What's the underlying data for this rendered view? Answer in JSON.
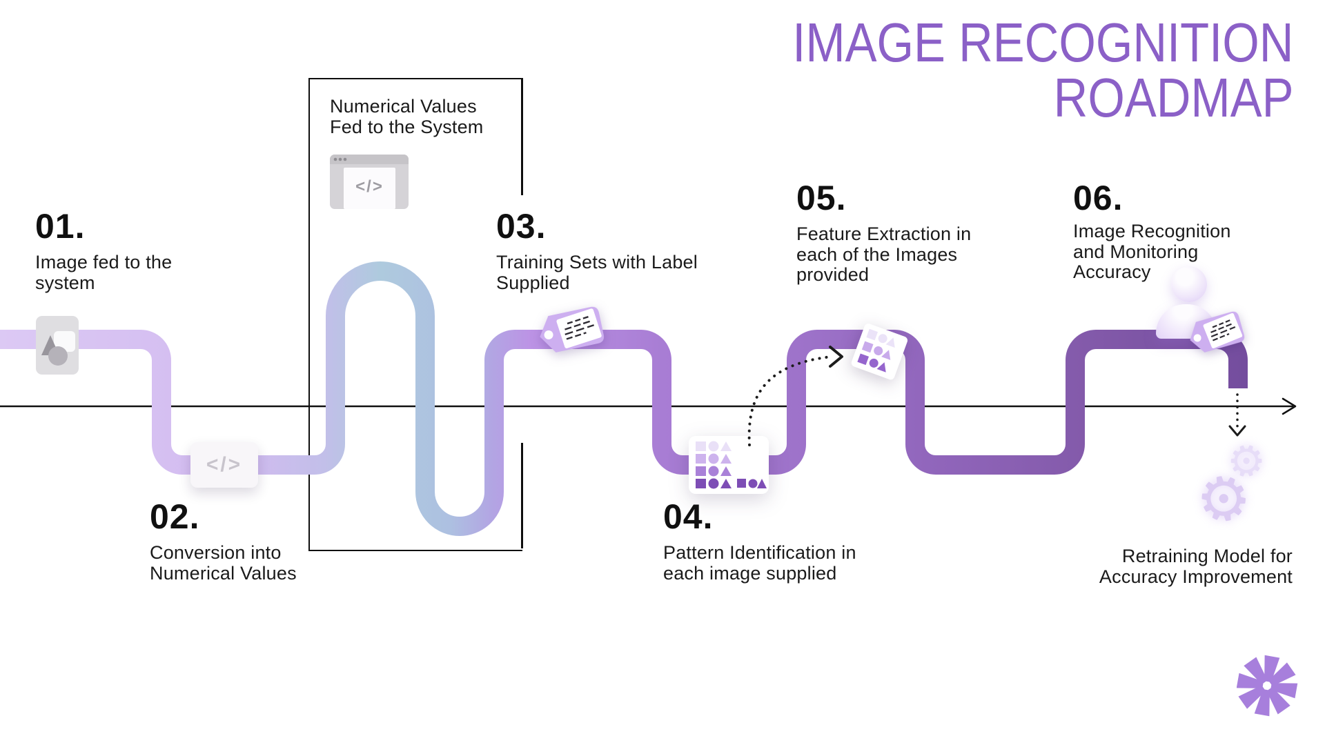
{
  "title": {
    "line1": "IMAGE RECOGNITION",
    "line2": "ROADMAP"
  },
  "steps": [
    {
      "number": "01.",
      "label": "Image fed to the\nsystem"
    },
    {
      "number": "02.",
      "label": "Conversion into\nNumerical Values"
    },
    {
      "number": "03.",
      "label": "Training Sets with Label\nSupplied"
    },
    {
      "number": "04.",
      "label": "Pattern Identification in\neach image supplied"
    },
    {
      "number": "05.",
      "label": "Feature Extraction in\neach of the Images\nprovided"
    },
    {
      "number": "06.",
      "label": "Image Recognition\nand Monitoring\nAccuracy"
    }
  ],
  "annotations": {
    "box_title": "Numerical Values\nFed to the System",
    "retraining": "Retraining Model for\nAccuracy Improvement"
  },
  "icons": {
    "code_glyph": "</>",
    "gear_glyph": "⚙"
  },
  "colors": {
    "title_purple": "#8B60C7",
    "path_start_lavender": "#DCC9F4",
    "path_blue": "#AECADE",
    "path_mid_purple": "#A87DD4",
    "path_end_purple": "#714A9B",
    "line_black": "#111111",
    "asterisk_purple": "#A77FDC"
  }
}
